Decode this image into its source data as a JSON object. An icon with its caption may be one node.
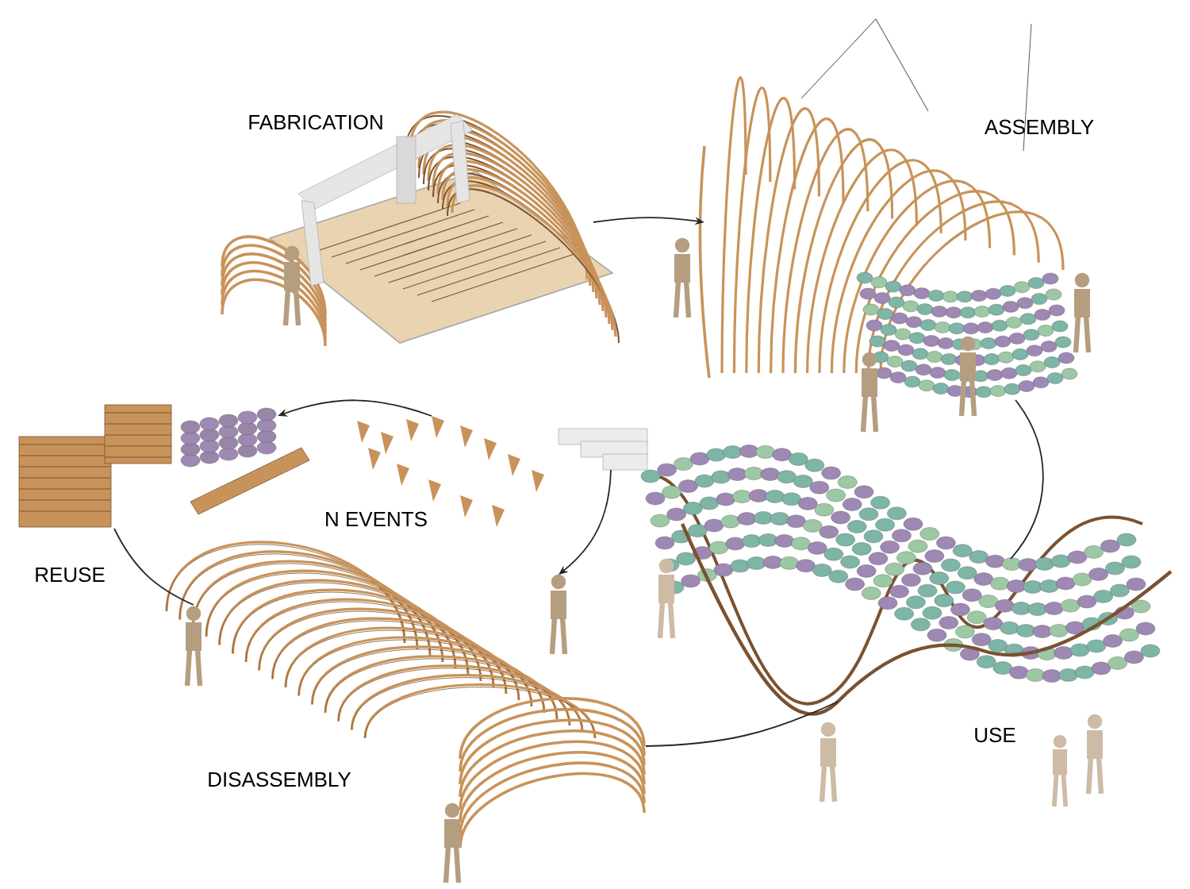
{
  "diagram": {
    "nodes": [
      {
        "text": [
          "FABRICATION"
        ]
      },
      {
        "text": [
          "ASSEMBLY"
        ]
      },
      {
        "text": [
          "USE"
        ]
      },
      {
        "text": [
          "DISASSEMBLY"
        ]
      },
      {
        "text": [
          "REUSE"
        ]
      },
      {
        "text": [
          "N EVENTS"
        ]
      }
    ],
    "edges": [
      {
        "from": 0,
        "to": 1,
        "arrow": "to"
      },
      {
        "from": 1,
        "to": 2,
        "arrow": "none"
      },
      {
        "from": 2,
        "to": 3,
        "arrow": "none"
      },
      {
        "from": 3,
        "to": 4,
        "arrow": "none"
      },
      {
        "from": 5,
        "to": 4,
        "arrow": "to"
      },
      {
        "from": 5,
        "to": 3,
        "arrow": "to"
      }
    ]
  }
}
